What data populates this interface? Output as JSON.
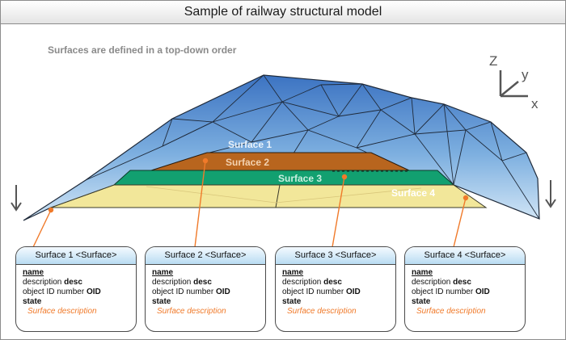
{
  "title": "Sample of railway structural model",
  "subtitle": "Surfaces are defined in a top-down order",
  "axes": {
    "z": "Z",
    "y": "y",
    "x": "x"
  },
  "surface_labels": [
    "Surface 1",
    "Surface 2",
    "Surface 3",
    "Surface 4"
  ],
  "cards": [
    {
      "header": "Surface 1 <Surface>",
      "name": "name",
      "description_label": "description",
      "description_value": "desc",
      "oid_label": "object ID number",
      "oid_value": "OID",
      "state": "state",
      "footer": "Surface description"
    },
    {
      "header": "Surface 2 <Surface>",
      "name": "name",
      "description_label": "description",
      "description_value": "desc",
      "oid_label": "object ID number",
      "oid_value": "OID",
      "state": "state",
      "footer": "Surface description"
    },
    {
      "header": "Surface 3 <Surface>",
      "name": "name",
      "description_label": "description",
      "description_value": "desc",
      "oid_label": "object ID number",
      "oid_value": "OID",
      "state": "state",
      "footer": "Surface description"
    },
    {
      "header": "Surface 4 <Surface>",
      "name": "name",
      "description_label": "description",
      "description_value": "desc",
      "oid_label": "object ID number",
      "oid_value": "OID",
      "state": "state",
      "footer": "Surface description"
    }
  ],
  "colors": {
    "surface_1": "#5a92d2",
    "surface_2": "#b8651e",
    "surface_3": "#12a070",
    "surface_4": "#f2e79a",
    "leader": "#f07a2a",
    "description_text": "#f07a2a"
  }
}
